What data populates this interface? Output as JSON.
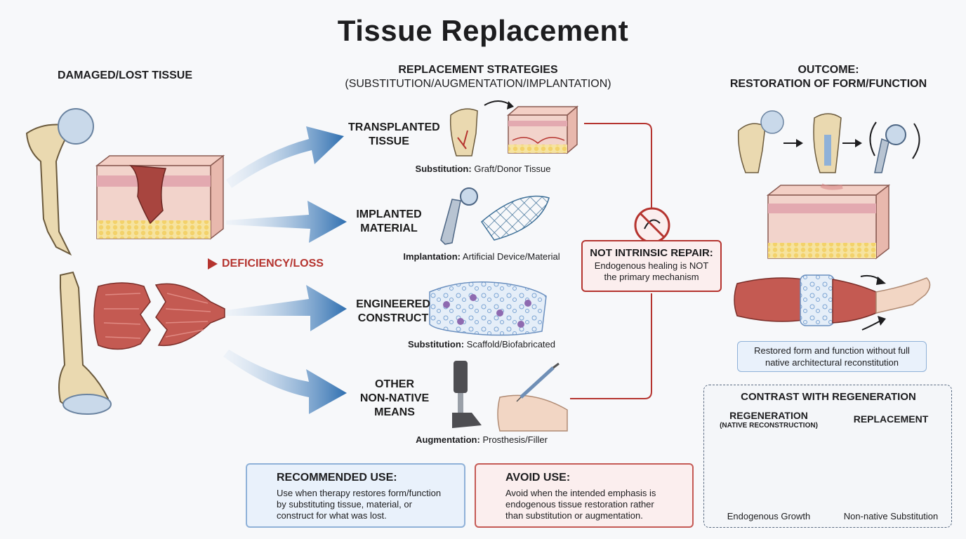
{
  "title": "Tissue Replacement",
  "left_heading": "DAMAGED/LOST TISSUE",
  "deficiency_label": "DEFICIENCY/LOSS",
  "middle_heading": {
    "line1": "REPLACEMENT STRATEGIES",
    "line2": "(SUBSTITUTION/AUGMENTATION/IMPLANTATION)"
  },
  "right_heading": {
    "line1": "OUTCOME:",
    "line2": "RESTORATION OF FORM/FUNCTION"
  },
  "strategies": [
    {
      "label_1": "TRANSPLANTED",
      "label_2": "TISSUE",
      "caption_bold": "Substitution:",
      "caption_rest": "Graft/Donor Tissue"
    },
    {
      "label_1": "IMPLANTED",
      "label_2": "MATERIAL",
      "caption_bold": "Implantation:",
      "caption_rest": "Artificial Device/Material"
    },
    {
      "label_1": "ENGINEERED",
      "label_2": "CONSTRUCT",
      "caption_bold": "Substitution:",
      "caption_rest": "Scaffold/Biofabricated"
    },
    {
      "label_1": "OTHER",
      "label_2": "NON-NATIVE",
      "label_3": "MEANS",
      "caption_bold": "Augmentation:",
      "caption_rest": "Prosthesis/Filler"
    }
  ],
  "not_intrinsic": {
    "title": "NOT INTRINSIC REPAIR:",
    "line1": "Endogenous healing is NOT",
    "line2": "the primary mechanism"
  },
  "outcome_caption": {
    "line1": "Restored form and function without full",
    "line2": "native architectural reconstitution"
  },
  "recommended": {
    "title": "RECOMMENDED USE:",
    "line1": "Use when therapy restores form/function",
    "line2": "by substituting tissue, material, or",
    "line3": "construct for what was lost."
  },
  "avoid": {
    "title": "AVOID USE:",
    "line1": "Avoid when the intended emphasis is",
    "line2": "endogenous tissue restoration rather",
    "line3": "than substitution or augmentation."
  },
  "contrast": {
    "title": "CONTRAST WITH REGENERATION",
    "regen_heading": "REGENERATION",
    "regen_sub": "(NATIVE RECONSTRUCTION)",
    "regen_caption": "Endogenous Growth",
    "repl_heading": "REPLACEMENT",
    "repl_caption": "Non-native Substitution"
  },
  "colors": {
    "arrow_blue": "#2f6fb0",
    "alert_red": "#b5342f",
    "bone": "#e9dcbc",
    "muscle": "#c45a52",
    "skin": "#f1c6bf"
  }
}
